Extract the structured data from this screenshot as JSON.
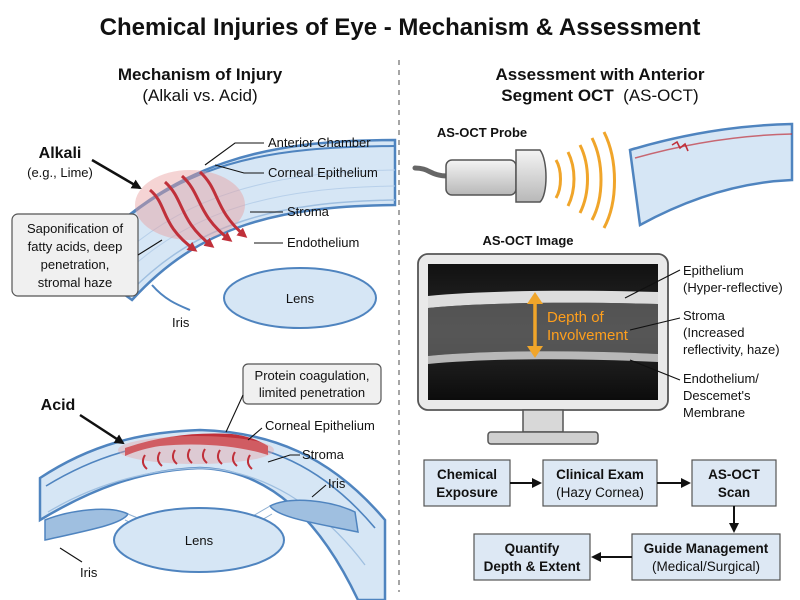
{
  "title": "Chemical Injuries of Eye - Mechanism & Assessment",
  "left": {
    "heading": "Mechanism of Injury",
    "subheading": "(Alkali vs. Acid)",
    "alkali": {
      "label": "Alkali",
      "example": "(e.g., Lime)",
      "note_lines": [
        "Saponification of",
        "fatty acids, deep",
        "penetration,",
        "stromal haze"
      ],
      "layer_labels": [
        "Anterior Chamber",
        "Corneal Epithelium",
        "Stroma",
        "Endothelium"
      ],
      "lens": "Lens",
      "iris": "Iris"
    },
    "acid": {
      "label": "Acid",
      "note_lines": [
        "Protein coagulation,",
        "limited penetration"
      ],
      "layer_labels": [
        "Corneal Epithelium",
        "Stroma",
        "Iris"
      ],
      "lens": "Lens",
      "iris": "Iris"
    }
  },
  "right": {
    "heading_line1": "Assessment with Anterior",
    "heading_line2_bold": "Segment OCT",
    "heading_line2_normal": "(AS-OCT)",
    "probe_label": "AS-OCT Probe",
    "image_label": "AS-OCT Image",
    "depth_lines": [
      "Depth of",
      "Involvement"
    ],
    "oct_labels": {
      "epithelium": [
        "Epithelium",
        "(Hyper-reflective)"
      ],
      "stroma": [
        "Stroma",
        "(Increased",
        "reflectivity, haze)"
      ],
      "endothelium": [
        "Endothelium/",
        "Descemet's",
        "Membrane"
      ]
    },
    "flow": [
      {
        "bold": [
          "Chemical",
          "Exposure"
        ],
        "normal": []
      },
      {
        "bold": [
          "Clinical Exam"
        ],
        "normal": [
          "(Hazy Cornea)"
        ]
      },
      {
        "bold": [
          "AS-OCT",
          "Scan"
        ],
        "normal": []
      },
      {
        "bold": [
          "Guide Management"
        ],
        "normal": [
          "(Medical/Surgical)"
        ]
      },
      {
        "bold": [
          "Quantify",
          "Depth & Extent"
        ],
        "normal": []
      }
    ]
  },
  "colors": {
    "cornea_blue": "#4f84bf",
    "cornea_fill": "#d6e6f5",
    "chem_red": "#c0303a",
    "box_fill": "#f0f0f0",
    "flow_fill": "#dde8f4",
    "depth_orange": "#f0a52a"
  }
}
